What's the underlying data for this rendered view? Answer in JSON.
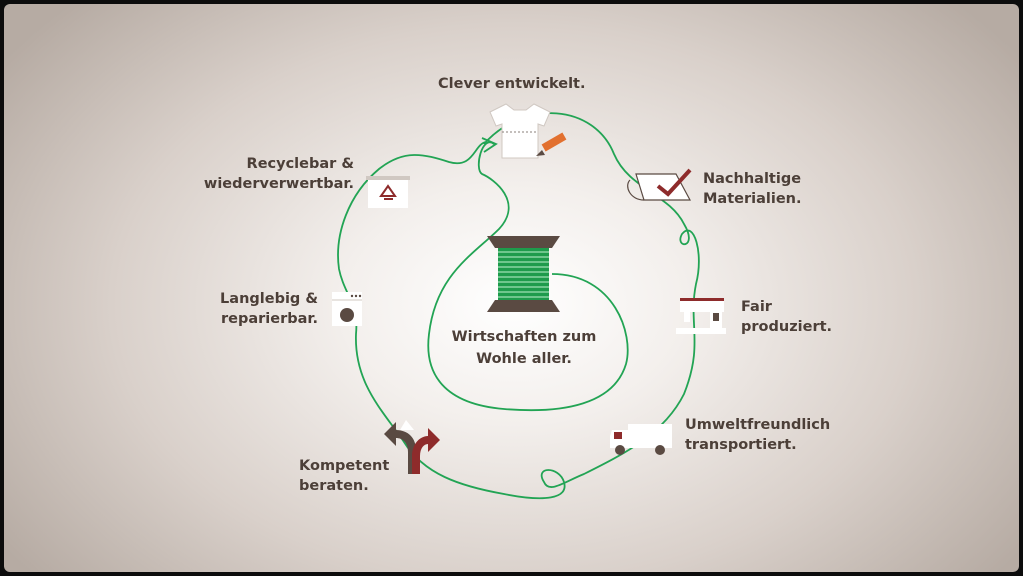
{
  "center": {
    "line1": "Wirtschaften zum",
    "line2": "Wohle aller."
  },
  "steps": [
    {
      "id": "entwickelt",
      "lines": [
        "Clever entwickelt."
      ],
      "icon": "tshirt-pencil-icon"
    },
    {
      "id": "materialien",
      "lines": [
        "Nachhaltige",
        "Materialien."
      ],
      "icon": "fabric-checkmark-icon"
    },
    {
      "id": "produziert",
      "lines": [
        "Fair",
        "produziert."
      ],
      "icon": "sewing-machine-icon"
    },
    {
      "id": "transportiert",
      "lines": [
        "Umweltfreundlich",
        "transportiert."
      ],
      "icon": "truck-icon"
    },
    {
      "id": "beraten",
      "lines": [
        "Kompetent",
        "beraten."
      ],
      "icon": "diverging-arrows-icon"
    },
    {
      "id": "reparierbar",
      "lines": [
        "Langlebig &",
        "reparierbar."
      ],
      "icon": "washing-machine-icon"
    },
    {
      "id": "recyclebar",
      "lines": [
        "Recyclebar &",
        "wiederverwertbar."
      ],
      "icon": "recycle-bin-icon"
    }
  ],
  "colors": {
    "thread": "#22a454",
    "text": "#4c3f38",
    "accent_red": "#8e2b2b",
    "accent_orange": "#e2702f",
    "spool": "#5a4a42"
  }
}
